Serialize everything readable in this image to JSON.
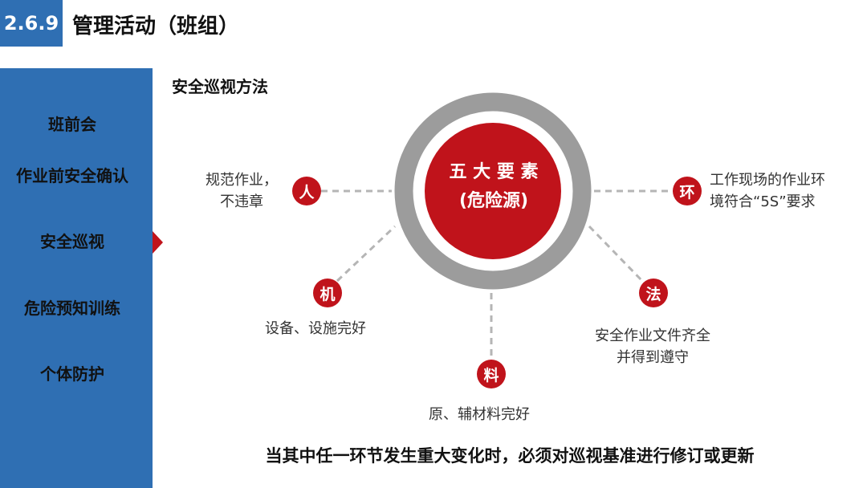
{
  "header": {
    "section_number": "2.6.9",
    "title": "管理活动（班组）"
  },
  "sidebar": {
    "items": [
      {
        "label": "班前会"
      },
      {
        "label": "作业前安全确认"
      },
      {
        "label": "安全巡视"
      },
      {
        "label": "危险预知训练"
      },
      {
        "label": "个体防护"
      }
    ],
    "active_index": 2
  },
  "main": {
    "method_title": "安全巡视方法",
    "center": {
      "line1": "五 大 要 素",
      "line2": "(危险源)"
    },
    "elements": [
      {
        "badge": "人",
        "desc_line1": "规范作业，",
        "desc_line2": "不违章"
      },
      {
        "badge": "环",
        "desc_line1": "工作现场的作业环",
        "desc_line2": "境符合“5S”要求"
      },
      {
        "badge": "机",
        "desc_line1": "设备、设施完好"
      },
      {
        "badge": "法",
        "desc_line1": "安全作业文件齐全",
        "desc_line2": "并得到遵守"
      },
      {
        "badge": "料",
        "desc_line1": "原、辅材料完好"
      }
    ],
    "footer_note": "当其中任一环节发生重大变化时，必须对巡视基准进行修订或更新"
  },
  "colors": {
    "accent_blue": "#2f6fb3",
    "accent_red": "#c0131b",
    "ring_gray": "#9c9c9c"
  }
}
